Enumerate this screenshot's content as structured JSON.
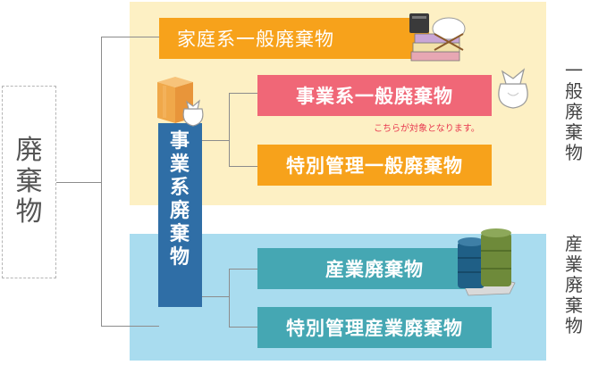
{
  "root": {
    "label": "廃棄物"
  },
  "general_waste": {
    "side_label": "一般廃棄物",
    "household": "家庭系一般廃棄物",
    "business": "事業系一般廃棄物",
    "note": "こちらが対象となります。",
    "special": "特別管理一般廃棄物"
  },
  "industrial_waste": {
    "side_label": "産業廃棄物",
    "industrial": "産業廃棄物",
    "special": "特別管理産業廃棄物"
  },
  "business_waste": {
    "label": "事業系廃棄物"
  },
  "colors": {
    "general_bg": "#fdf0c4",
    "industrial_bg": "#a9dcef",
    "orange": "#f7a21b",
    "pink": "#f06777",
    "teal": "#45a7b3",
    "blue": "#2f6ea6",
    "note_red": "#e8384f"
  }
}
